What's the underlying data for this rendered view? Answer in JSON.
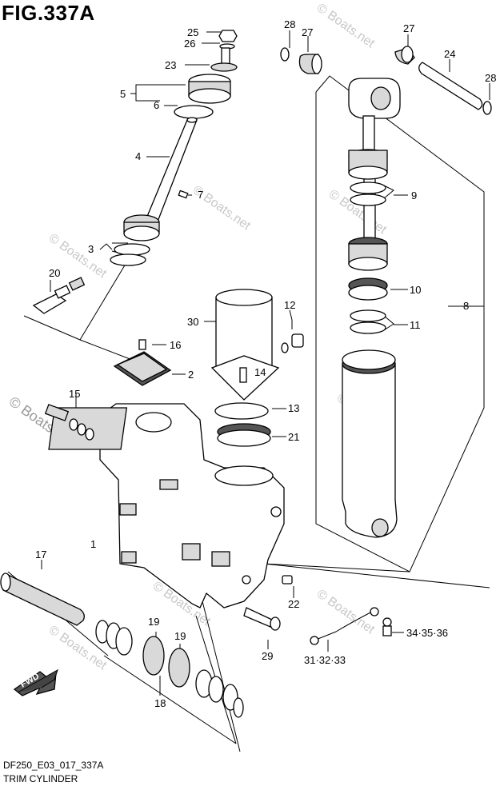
{
  "figure": {
    "title": "FIG.337A",
    "code": "DF250_E03_017_337A",
    "name": "TRIM CYLINDER",
    "watermark": "© Boats.net",
    "fwd_label": "FWD"
  },
  "callouts": {
    "c1": "1",
    "c2": "2",
    "c3": "3",
    "c4": "4",
    "c5": "5",
    "c6": "6",
    "c7": "7",
    "c8": "8",
    "c9": "9",
    "c10": "10",
    "c11": "11",
    "c12": "12",
    "c13": "13",
    "c14": "14",
    "c15": "15",
    "c16": "16",
    "c17": "17",
    "c18": "18",
    "c19a": "19",
    "c19b": "19",
    "c20": "20",
    "c21": "21",
    "c22": "22",
    "c23": "23",
    "c24": "24",
    "c25": "25",
    "c26": "26",
    "c27a": "27",
    "c27b": "27",
    "c28a": "28",
    "c28b": "28",
    "c29": "29",
    "c30": "30",
    "c31": "31·32·33",
    "c34": "34·35·36"
  }
}
